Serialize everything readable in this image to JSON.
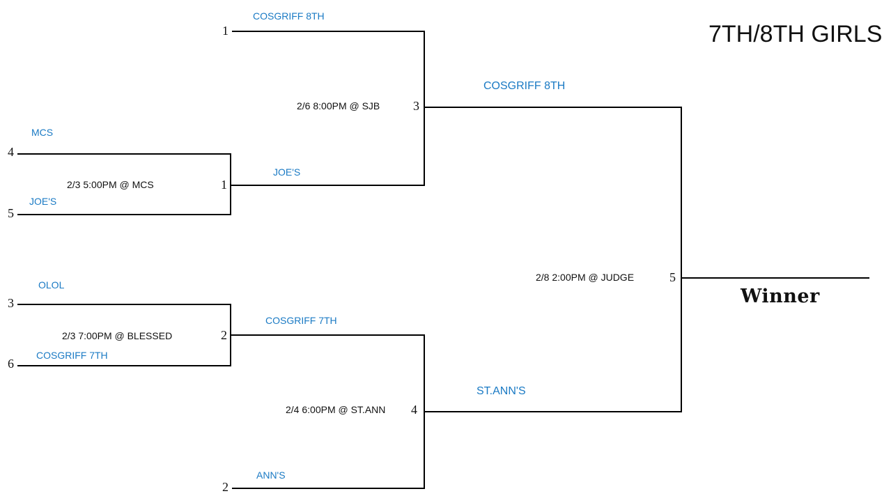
{
  "title": "7TH/8TH GIRLS",
  "winner_label": "Winner",
  "seeds": {
    "s1": "1",
    "s4": "4",
    "s5": "5",
    "s3": "3",
    "s6": "6",
    "s2": "2"
  },
  "games": {
    "g1": "1",
    "g2": "2",
    "g3": "3",
    "g4": "4",
    "g5": "5"
  },
  "teams": {
    "seed1": "COSGRIFF 8TH",
    "seed4": "MCS",
    "seed5": "JOE'S",
    "seed3": "OLOL",
    "seed6": "COSGRIFF 7TH",
    "seed2": "ANN'S",
    "g1_winner": "JOE'S",
    "g2_winner": "COSGRIFF 7TH",
    "g3_winner": "COSGRIFF 8TH",
    "g4_winner": "ST.ANN'S"
  },
  "schedule": {
    "g1": "2/3 5:00PM @ MCS",
    "g2": "2/3 7:00PM @ BLESSED",
    "g3": "2/6 8:00PM @ SJB",
    "g4": "2/4 6:00PM @ ST.ANN",
    "g5": "2/8 2:00PM @ JUDGE"
  },
  "colors": {
    "team_text": "#1a7ac4",
    "lines": "#000000"
  }
}
